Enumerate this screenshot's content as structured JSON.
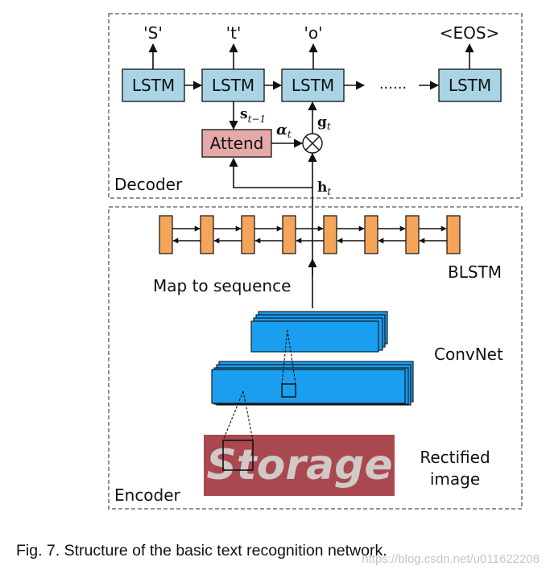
{
  "decoder": {
    "section_label": "Decoder",
    "outputs": [
      "'S'",
      "'t'",
      "'o'",
      "<EOS>"
    ],
    "lstm_label": "LSTM",
    "ellipsis": "......",
    "attend_label": "Attend",
    "math": {
      "s_base": "s",
      "s_sub": "t−1",
      "alpha_base": "α",
      "alpha_sub": "t",
      "g_base": "g",
      "g_sub": "t",
      "h_base": "h",
      "h_sub": "t",
      "otimes": "⊗"
    }
  },
  "encoder": {
    "section_label": "Encoder",
    "blstm_label": "BLSTM",
    "map_label": "Map to sequence",
    "convnet_label": "ConvNet",
    "rectified_line1": "Rectified",
    "rectified_line2": "image",
    "image_text": "Storage"
  },
  "caption": "Fig. 7. Structure of the basic text recognition network.",
  "watermark": "https://blog.csdn.net/u011622208",
  "colors": {
    "lstm_fill": "#a8d4e6",
    "attend_fill": "#e5a9a9",
    "blstm_fill": "#f5a55a",
    "convnet_fill": "#1a9ef0",
    "image_bg": "#b03a48",
    "image_text": "#d9d9d9",
    "dashed_border": "#555555"
  }
}
